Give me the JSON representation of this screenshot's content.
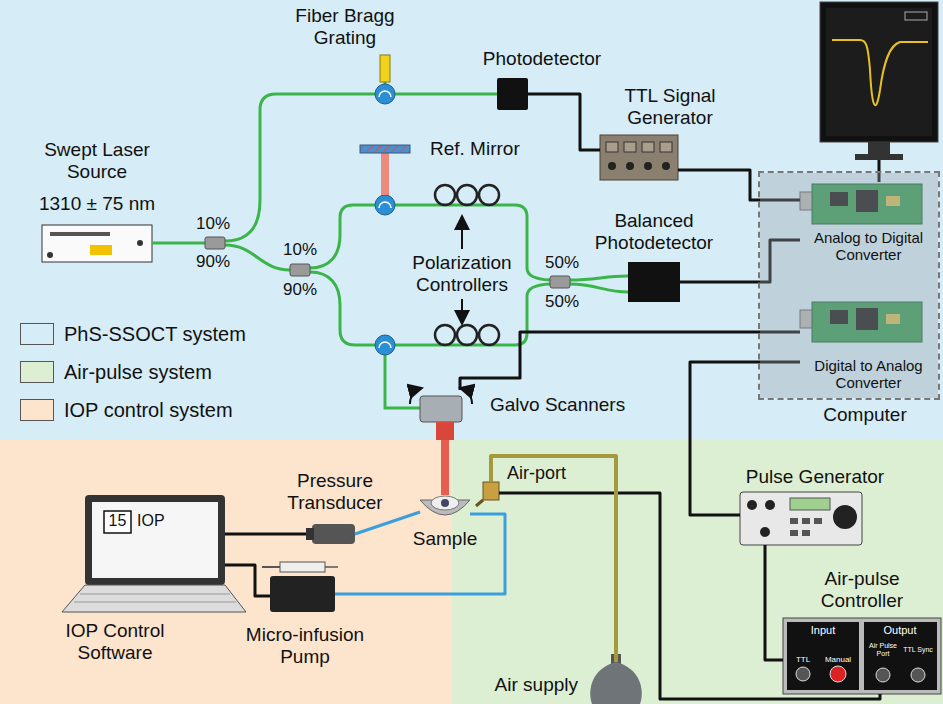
{
  "diagram": {
    "nodes": [
      {
        "text": [
          "Fiber Bragg Grating"
        ]
      },
      {
        "text": [
          "Photodetector"
        ]
      },
      {
        "text": [
          "Swept Laser Source",
          "1310 ± 75 nm"
        ]
      },
      {
        "text": [
          "TTL Signal Generator"
        ]
      },
      {
        "text": [
          "Ref. Mirror"
        ]
      },
      {
        "text": [
          "Computer"
        ]
      },
      {
        "text": [
          "Analog to Digital Converter"
        ],
        "in": 5
      },
      {
        "text": [
          "Digital to Analog Converter"
        ],
        "in": 5
      },
      {
        "text": [
          "Balanced Photodetector"
        ]
      },
      {
        "text": [
          "Galvo Scanners"
        ]
      },
      {
        "text": [
          "Pressure Transducer"
        ]
      },
      {
        "text": [
          "Air-port"
        ]
      },
      {
        "text": [
          "Pulse Generator"
        ]
      },
      {
        "text": [
          "Sample"
        ]
      },
      {
        "text": [
          "15",
          "IOP",
          "IOP Control Software"
        ]
      },
      {
        "text": [
          "Micro-infusion Pump"
        ]
      },
      {
        "text": [
          "Air-pulse Controller",
          "Input",
          "TTL",
          "Manual",
          "Output",
          "Air Pulse Port",
          "TTL Sync"
        ]
      },
      {
        "text": [
          "Air supply"
        ]
      }
    ],
    "edges": [
      {
        "from": 1,
        "to": 3,
        "arrow": "none"
      },
      {
        "from": 3,
        "to": 6,
        "arrow": "none"
      },
      {
        "from": 8,
        "to": 6,
        "arrow": "none"
      },
      {
        "from": 7,
        "to": 9,
        "arrow": "none"
      },
      {
        "from": 7,
        "to": 12,
        "arrow": "none"
      },
      {
        "from": 12,
        "to": 16,
        "arrow": "none"
      },
      {
        "from": 16,
        "to": 11,
        "arrow": "none"
      },
      {
        "from": 17,
        "to": 11,
        "arrow": "none"
      },
      {
        "from": 10,
        "to": 14,
        "arrow": "none"
      },
      {
        "from": 15,
        "to": 14,
        "arrow": "none"
      },
      {
        "from": 10,
        "to": 13,
        "arrow": "none"
      },
      {
        "from": 15,
        "to": 13,
        "arrow": "none"
      },
      {
        "from": 9,
        "to": 13,
        "arrow": "none"
      }
    ],
    "labels": [
      "10%",
      "90%",
      "10%",
      "90%",
      "Polarization Controllers",
      "50%",
      "50%"
    ],
    "legend": [
      {
        "text": "PhS-SSOCT system",
        "color": "#d6ecf6"
      },
      {
        "text": "Air-pulse system",
        "color": "#dcefd3"
      },
      {
        "text": "IOP control system",
        "color": "#fde4cd"
      }
    ]
  }
}
